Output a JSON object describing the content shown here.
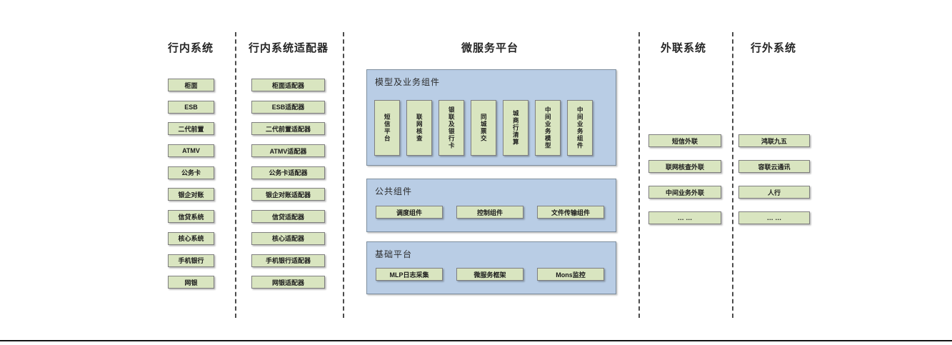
{
  "diagram": {
    "columns": {
      "in_bank": {
        "title": "行内系统",
        "items": [
          "柜面",
          "ESB",
          "二代前置",
          "ATMV",
          "公务卡",
          "银企对账",
          "信贷系统",
          "核心系统",
          "手机银行",
          "网银"
        ]
      },
      "adapters": {
        "title": "行内系统适配器",
        "items": [
          "柜面适配器",
          "ESB适配器",
          "二代前置适配器",
          "ATMV适配器",
          "公务卡适配器",
          "银企对账适配器",
          "信贷适配器",
          "核心适配器",
          "手机银行适配器",
          "网银适配器"
        ]
      },
      "platform": {
        "title": "微服务平台",
        "sections": [
          {
            "title": "模型及业务组件",
            "items": [
              "短信平台",
              "联网核查",
              "银联及银行卡",
              "同城票交",
              "城商行清算",
              "中间业务模型",
              "中间业务组件"
            ]
          },
          {
            "title": "公共组件",
            "items": [
              "调度组件",
              "控制组件",
              "文件传输组件"
            ]
          },
          {
            "title": "基础平台",
            "items": [
              "MLP日志采集",
              "微服务框架",
              "Mons监控"
            ]
          }
        ]
      },
      "external": {
        "title": "外联系统",
        "items": [
          "短信外联",
          "联网核查外联",
          "中间业务外联",
          "… …"
        ]
      },
      "outside": {
        "title": "行外系统",
        "items": [
          "鸿联九五",
          "容联云通讯",
          "人行",
          "… …"
        ]
      }
    },
    "colors": {
      "box_green": "#d9e5c0",
      "box_blue": "#b9cde5",
      "border_gray": "#7f7f7f",
      "baseline": "#141414"
    }
  }
}
